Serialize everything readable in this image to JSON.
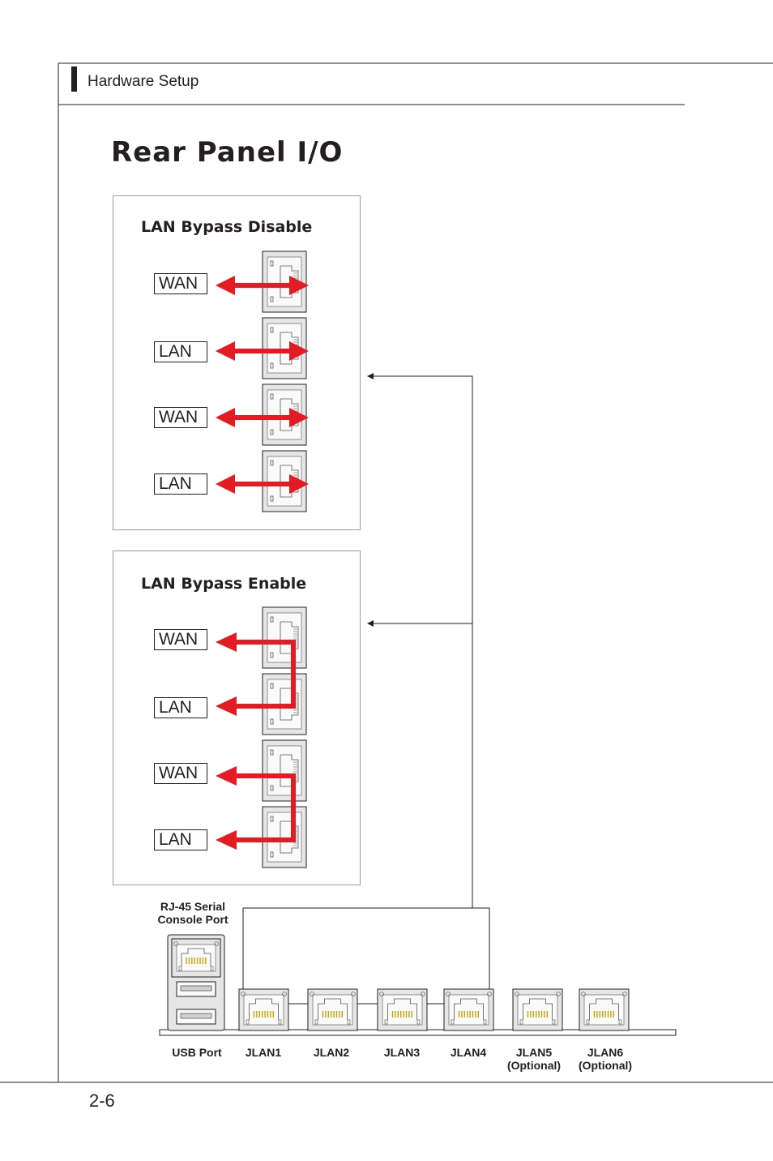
{
  "header": {
    "section": "Hardware Setup"
  },
  "title": "Rear Panel I/O",
  "page_number": "2-6",
  "panels": {
    "disable": {
      "heading": "LAN Bypass Disable",
      "ports": [
        "WAN",
        "LAN",
        "WAN",
        "LAN"
      ]
    },
    "enable": {
      "heading": "LAN Bypass Enable",
      "ports": [
        "WAN",
        "LAN",
        "WAN",
        "LAN"
      ]
    }
  },
  "io": {
    "serial_label_1": "RJ-45 Serial",
    "serial_label_2": "Console Port",
    "labels": {
      "usb": "USB Port",
      "jlan1": "JLAN1",
      "jlan2": "JLAN2",
      "jlan3": "JLAN3",
      "jlan4": "JLAN4",
      "jlan5": "JLAN5",
      "jlan5_note": "(Optional)",
      "jlan6": "JLAN6",
      "jlan6_note": "(Optional)"
    }
  },
  "colors": {
    "arrow": "#e51b24",
    "line": "#231f20"
  }
}
